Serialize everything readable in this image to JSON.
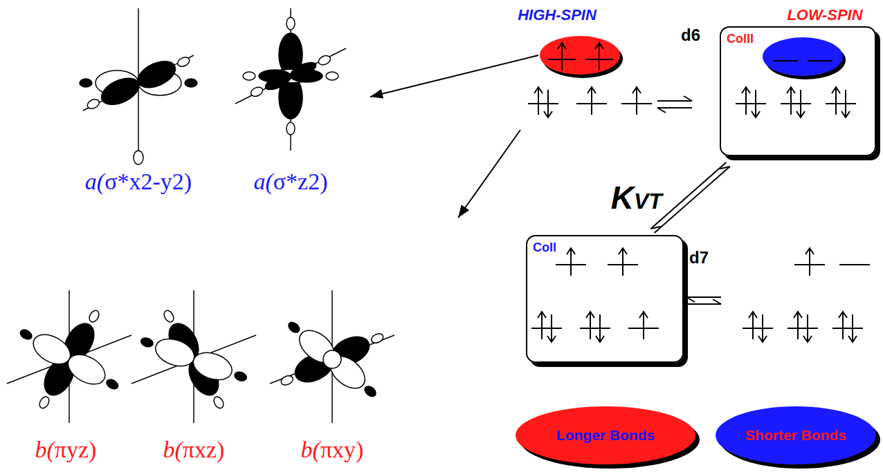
{
  "diagram": {
    "nodes": [
      {
        "text": [
          "CoIII"
        ]
      },
      {
        "text": [
          "CoII"
        ]
      },
      {
        "text": [
          "Longer Bonds"
        ]
      },
      {
        "text": [
          "Shorter Bonds"
        ]
      }
    ],
    "edges": [
      {
        "from": 0,
        "to": 1,
        "arrow": "both",
        "label": "KVT"
      }
    ],
    "labels": [
      "HIGH-SPIN",
      "LOW-SPIN",
      "d6",
      "a(σ*x2-y2)",
      "a(σ*z2)",
      "b(πyz)",
      "b(πxz)",
      "b(πxy)",
      "d7"
    ]
  }
}
